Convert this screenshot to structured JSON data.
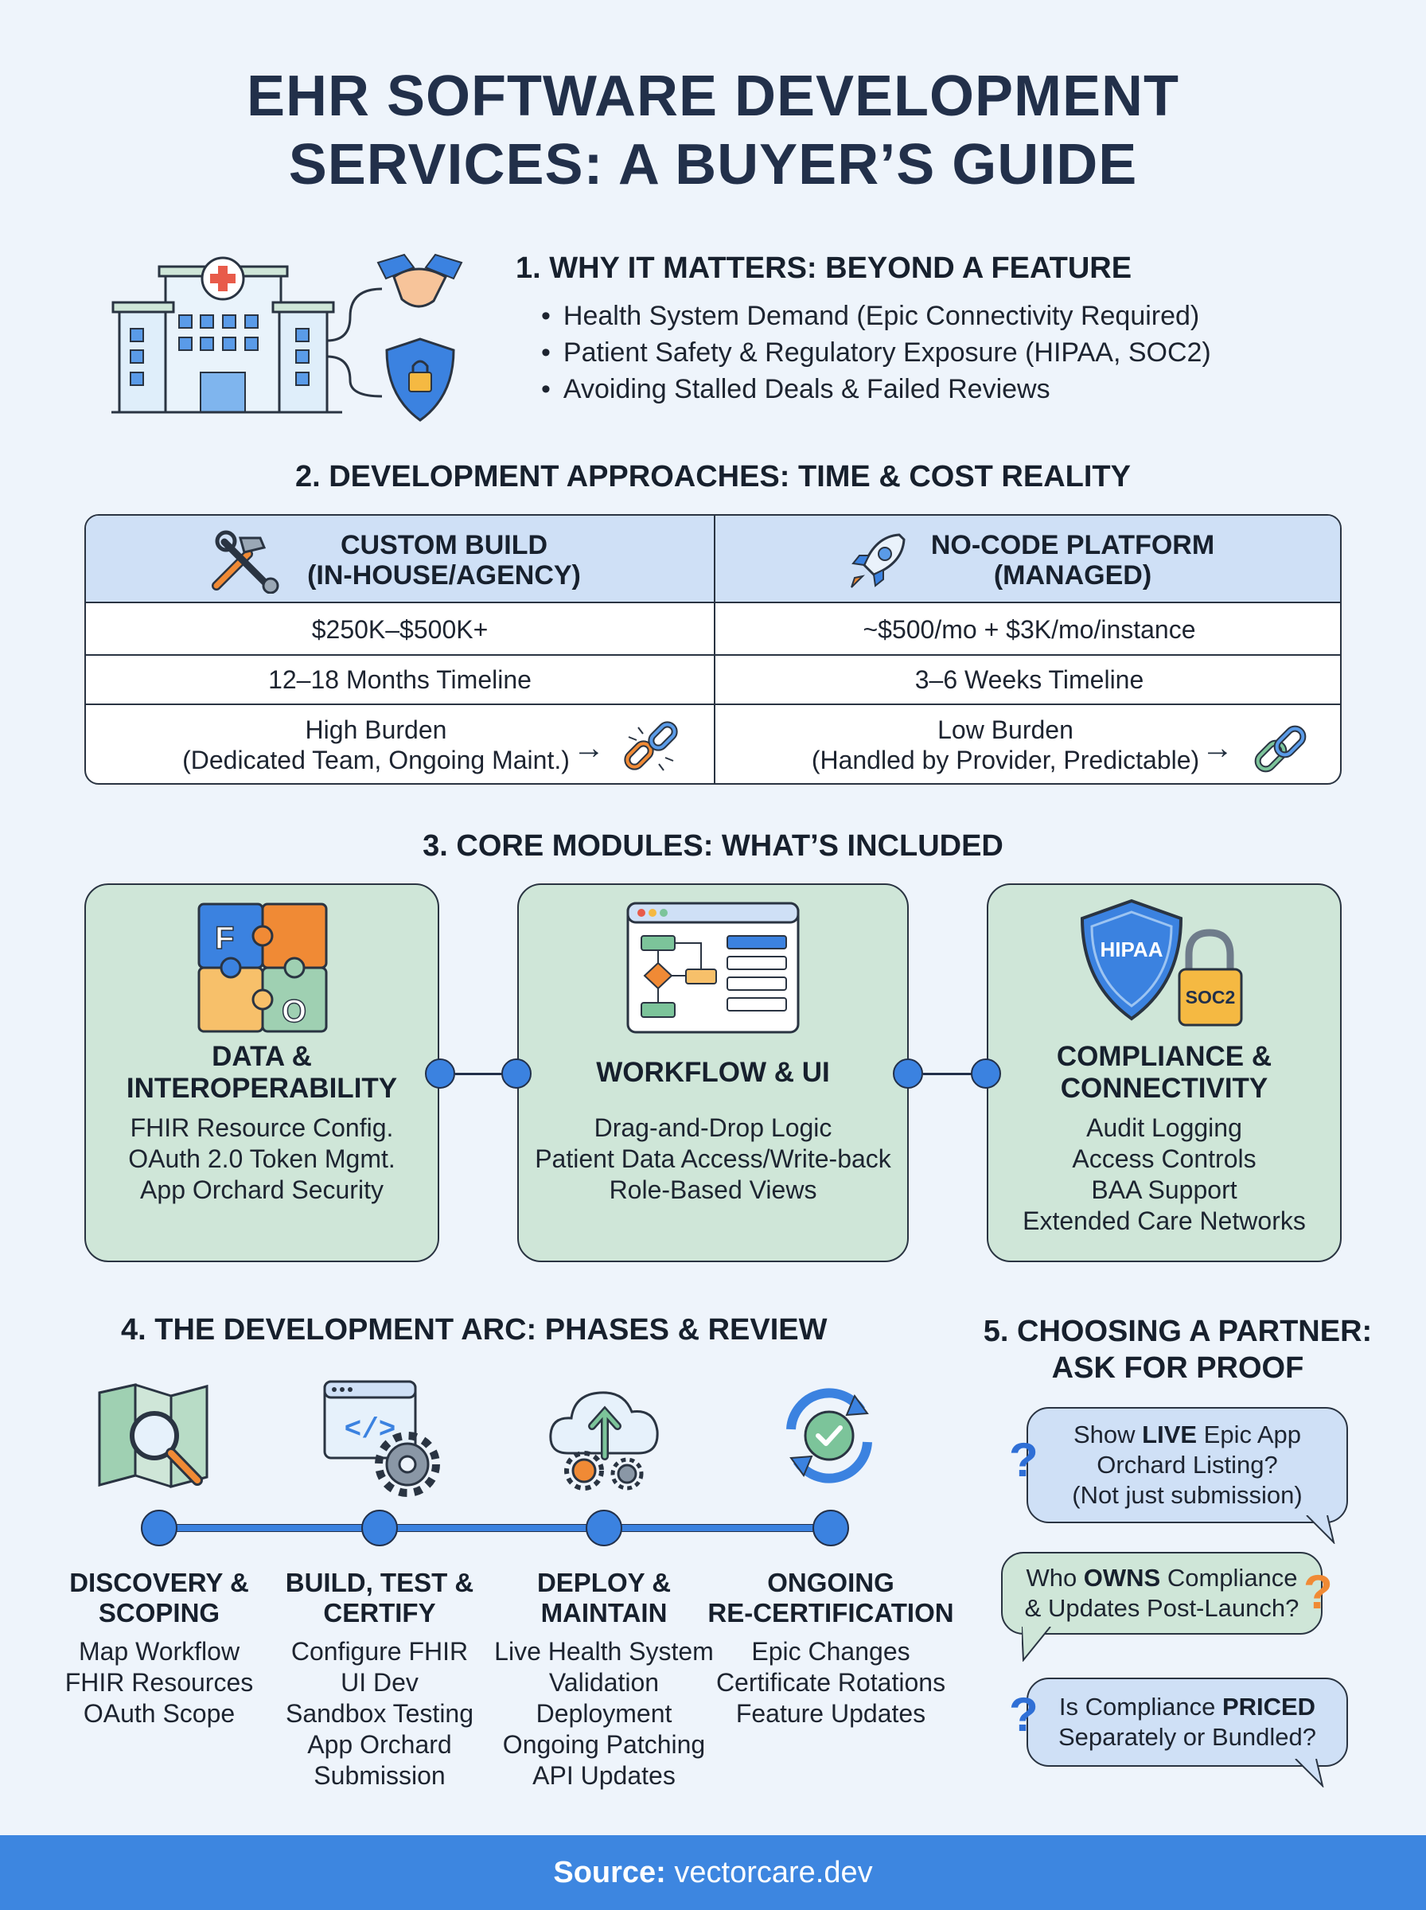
{
  "title": {
    "line1": "EHR SOFTWARE DEVELOPMENT",
    "line2": "SERVICES: A BUYER’S GUIDE"
  },
  "section1": {
    "heading": "1. WHY IT MATTERS: BEYOND A FEATURE",
    "items": [
      "Health System Demand (Epic Connectivity Required)",
      "Patient Safety & Regulatory Exposure (HIPAA, SOC2)",
      "Avoiding Stalled Deals & Failed Reviews"
    ],
    "icons": [
      "hospital-icon",
      "handshake-icon",
      "shield-lock-icon"
    ]
  },
  "section2": {
    "heading": "2. DEVELOPMENT APPROACHES: TIME & COST REALITY",
    "columns": [
      {
        "header_line1": "CUSTOM BUILD",
        "header_line2": "(IN-HOUSE/AGENCY)",
        "icon": "tools-icon",
        "cost": "$250K–$500K+",
        "timeline": "12–18 Months Timeline",
        "burden_line1": "High Burden",
        "burden_line2": "(Dedicated Team, Ongoing Maint.)",
        "burden_icon": "broken-chain-icon"
      },
      {
        "header_line1": "NO-CODE PLATFORM",
        "header_line2": "(MANAGED)",
        "icon": "rocket-icon",
        "cost": "~$500/mo + $3K/mo/instance",
        "timeline": "3–6 Weeks Timeline",
        "burden_line1": "Low Burden",
        "burden_line2": "(Handled by Provider, Predictable)",
        "burden_icon": "chain-icon"
      }
    ],
    "arrow": "→"
  },
  "section3": {
    "heading": "3. CORE MODULES: WHAT’S INCLUDED",
    "modules": [
      {
        "title_line1": "DATA &",
        "title_line2": "INTEROPERABILITY",
        "items": [
          "FHIR Resource Config.",
          "OAuth 2.0 Token Mgmt.",
          "App Orchard Security"
        ],
        "puzzle_letters": [
          "F",
          "O"
        ]
      },
      {
        "title_line1": "WORKFLOW & UI",
        "title_line2": "",
        "items": [
          "Drag-and-Drop Logic",
          "Patient Data Access/Write-back",
          "Role-Based Views"
        ]
      },
      {
        "title_line1": "COMPLIANCE &",
        "title_line2": "CONNECTIVITY",
        "items": [
          "Audit Logging",
          "Access Controls",
          "BAA Support",
          "Extended Care Networks"
        ],
        "badge_shield": "HIPAA",
        "badge_lock": "SOC2"
      }
    ]
  },
  "section4": {
    "heading": "4. THE DEVELOPMENT ARC: PHASES & REVIEW",
    "phases": [
      {
        "title_line1": "DISCOVERY &",
        "title_line2": "SCOPING",
        "items": [
          "Map Workflow",
          "FHIR Resources",
          "OAuth Scope"
        ],
        "icon": "map-search-icon"
      },
      {
        "title_line1": "BUILD, TEST &",
        "title_line2": "CERTIFY",
        "items": [
          "Configure FHIR",
          "UI Dev",
          "Sandbox Testing",
          "App Orchard",
          "Submission"
        ],
        "icon": "code-gear-icon"
      },
      {
        "title_line1": "DEPLOY &",
        "title_line2": "MAINTAIN",
        "items": [
          "Live Health System",
          "Validation",
          "Deployment",
          "Ongoing Patching",
          "API Updates"
        ],
        "icon": "cloud-upload-icon"
      },
      {
        "title_line1": "ONGOING",
        "title_line2": "RE-CERTIFICATION",
        "items": [
          "Epic Changes",
          "Certificate Rotations",
          "Feature Updates"
        ],
        "icon": "refresh-check-icon"
      }
    ]
  },
  "section5": {
    "heading_line1": "5. CHOOSING A PARTNER:",
    "heading_line2": "ASK FOR PROOF",
    "questions": [
      {
        "pre": "Show ",
        "bold": "LIVE",
        "post": " Epic App",
        "line2": "Orchard Listing?",
        "line3": "(Not just submission)"
      },
      {
        "pre": "Who ",
        "bold": "OWNS",
        "post": " Compliance",
        "line2": "& Updates Post-Launch?",
        "line3": ""
      },
      {
        "pre": "Is Compliance ",
        "bold": "PRICED",
        "post": "",
        "line2": "Separately or Bundled?",
        "line3": ""
      }
    ],
    "qmark": "?"
  },
  "footer": {
    "label": "Source:",
    "value": " vectorcare.dev"
  },
  "colors": {
    "background": "#eef4fb",
    "accent_blue": "#3b82e0",
    "table_header": "#cfe0f6",
    "module_green": "#cfe6d8",
    "orange": "#f08a35"
  }
}
